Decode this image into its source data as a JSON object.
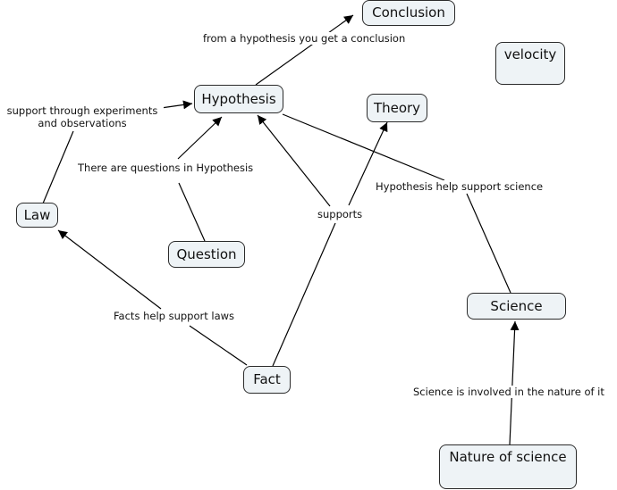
{
  "nodes": [
    {
      "id": "conclusion",
      "label": "Conclusion"
    },
    {
      "id": "velocity",
      "label": "velocity"
    },
    {
      "id": "hypothesis",
      "label": "Hypothesis"
    },
    {
      "id": "theory",
      "label": "Theory"
    },
    {
      "id": "law",
      "label": "Law"
    },
    {
      "id": "question",
      "label": "Question"
    },
    {
      "id": "science",
      "label": "Science"
    },
    {
      "id": "fact",
      "label": "Fact"
    },
    {
      "id": "nature",
      "label": "Nature of science"
    }
  ],
  "edges": [
    {
      "id": "e1",
      "from": "hypothesis",
      "to": "conclusion",
      "label": "from a hypothesis you get a conclusion"
    },
    {
      "id": "e2",
      "from": "law",
      "to": "hypothesis",
      "label": "support through experiments\nand observations"
    },
    {
      "id": "e3",
      "from": "question",
      "to": "hypothesis",
      "label": "There are questions in Hypothesis"
    },
    {
      "id": "e4",
      "from": "fact",
      "to": "hypothesis",
      "label": "supports"
    },
    {
      "id": "e5",
      "from": "fact",
      "to": "theory",
      "label": "supports"
    },
    {
      "id": "e6",
      "from": "fact",
      "to": "law",
      "label": "Facts help support laws"
    },
    {
      "id": "e7",
      "from": "science",
      "to": "hypothesis",
      "label": "Hypothesis help support science"
    },
    {
      "id": "e8",
      "from": "nature",
      "to": "science",
      "label": "Science is involved in the nature of it"
    }
  ],
  "colors": {
    "node_fill": "#eef3f6",
    "node_border": "#2b2b2b",
    "line": "#000000",
    "text": "#111111"
  }
}
